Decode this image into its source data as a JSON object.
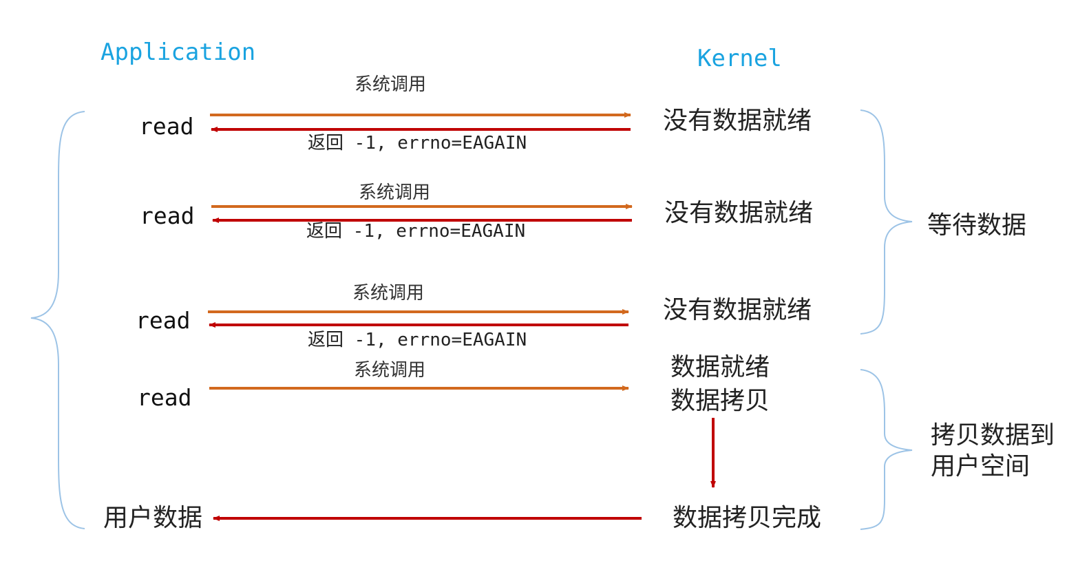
{
  "headers": {
    "application": "Application",
    "kernel": "Kernel"
  },
  "rounds": [
    {
      "call": "read",
      "request": "系统调用",
      "return_cn": "返回",
      "return_code": " -1, errno=EAGAIN",
      "kernel_state": "没有数据就绪"
    },
    {
      "call": "read",
      "request": "系统调用",
      "return_cn": "返回",
      "return_code": " -1, errno=EAGAIN",
      "kernel_state": "没有数据就绪"
    },
    {
      "call": "read",
      "request": "系统调用",
      "return_cn": "返回",
      "return_code": " -1, errno=EAGAIN",
      "kernel_state": "没有数据就绪"
    },
    {
      "call": "read",
      "request": "系统调用",
      "kernel_state_line1": "数据就绪",
      "kernel_state_line2": "数据拷贝"
    }
  ],
  "final": {
    "kernel_state": "数据拷贝完成",
    "app_result": "用户数据"
  },
  "phases": {
    "wait": "等待数据",
    "copy_line1": "拷贝数据到",
    "copy_line2": "用户空间"
  },
  "colors": {
    "header": "#1aa3e0",
    "request_arrow": "#d2691e",
    "return_arrow": "#c00000",
    "brace": "#9cc3e6"
  }
}
